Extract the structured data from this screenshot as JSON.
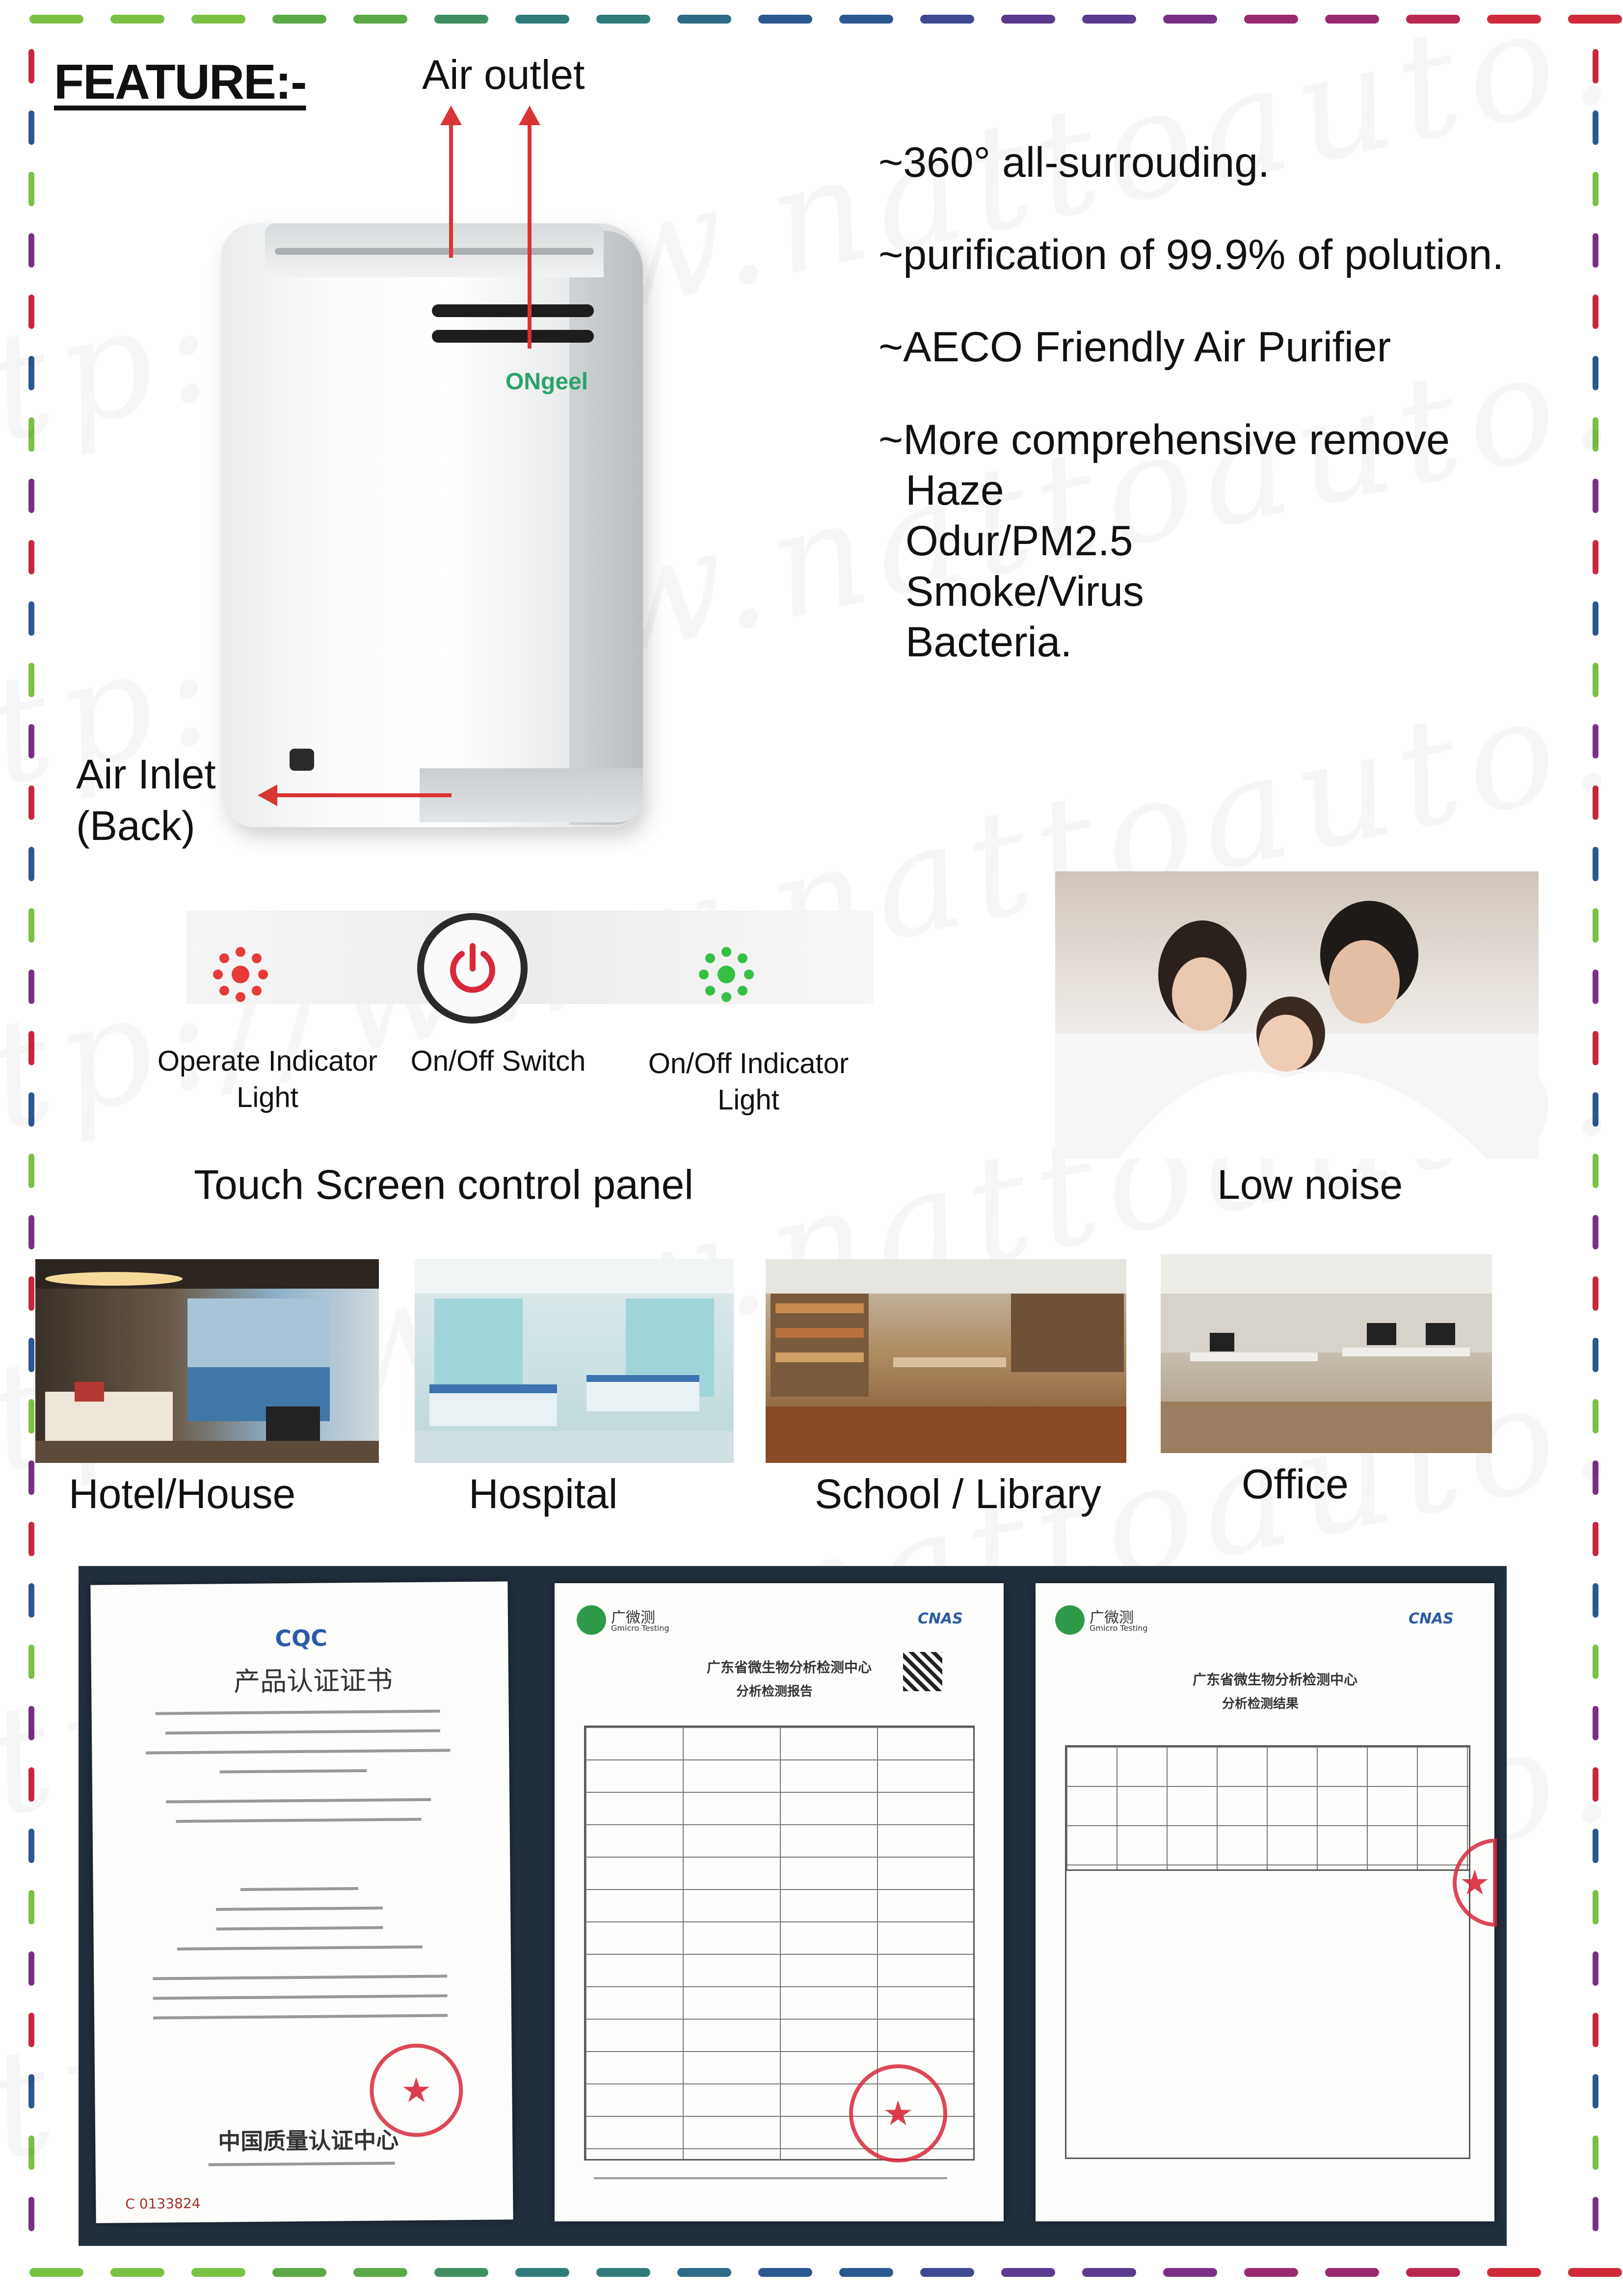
{
  "feature": {
    "title": "FEATURE:-",
    "air_outlet": "Air outlet",
    "air_inlet_line1": "Air Inlet",
    "air_inlet_line2": "(Back)",
    "product_logo": "ONgeel"
  },
  "features_list": {
    "item1": "~360° all-surrouding.",
    "item2": "~purification of 99.9% of polution.",
    "item3": "~AECO Friendly Air Purifier",
    "item4": "~More comprehensive remove",
    "sub_items": [
      "Haze",
      "Odur/PM2.5",
      "Smoke/Virus",
      "Bacteria."
    ]
  },
  "control_panel": {
    "operate_indicator_line1": "Operate Indicator",
    "operate_indicator_line2": "Light",
    "on_off_switch": "On/Off Switch",
    "on_off_indicator_line1": "On/Off Indicator",
    "on_off_indicator_line2": "Light",
    "caption": "Touch Screen control panel",
    "colors": {
      "operate": "#e83a3a",
      "on_off": "#35c043",
      "switch": "#d8283a"
    }
  },
  "low_noise": {
    "caption": "Low noise"
  },
  "locations": {
    "hotel": "Hotel/House",
    "hospital": "Hospital",
    "library": "School / Library",
    "office": "Office"
  },
  "certificates": {
    "cert1": {
      "logo": "CQC",
      "title": "产品认证证书",
      "issuer": "中国质量认证中心",
      "serial": "C 0133824"
    },
    "cert2": {
      "brand": "广微测",
      "brand_en": "Gmicro Testing",
      "heading": "广东省微生物分析检测中心",
      "subheading": "分析检测报告",
      "cnas": "CNAS"
    },
    "cert3": {
      "brand": "广微测",
      "brand_en": "Gmicro Testing",
      "heading": "广东省微生物分析检测中心",
      "subheading": "分析检测结果",
      "cnas": "CNAS"
    }
  },
  "watermark": "www.nattoauto.com.my"
}
